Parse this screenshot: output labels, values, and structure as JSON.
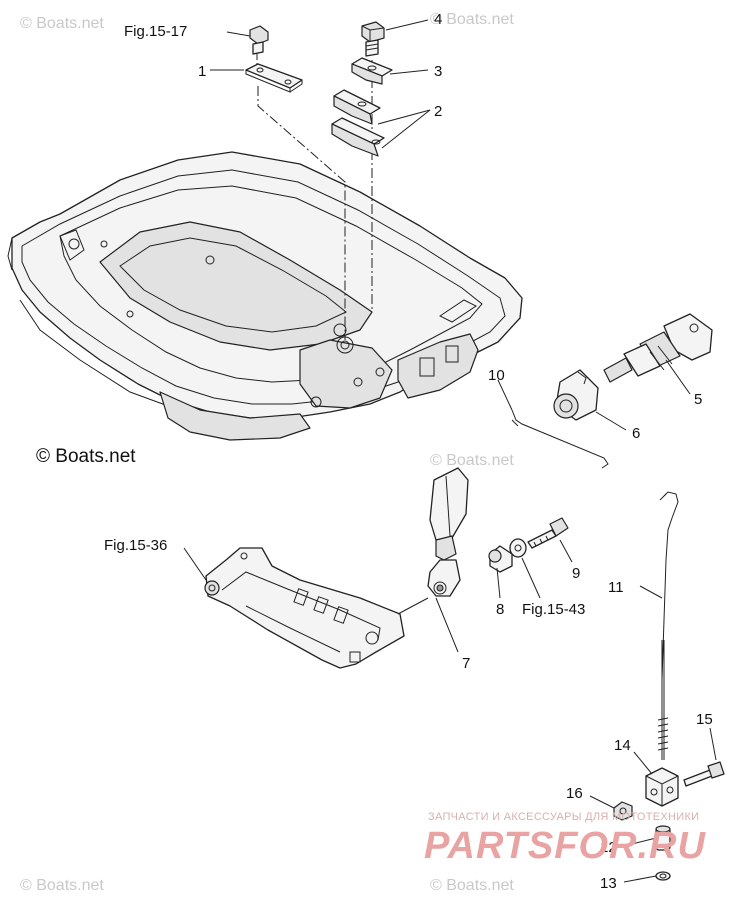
{
  "diagram": {
    "callouts": [
      "1",
      "2",
      "3",
      "4",
      "5",
      "6",
      "7",
      "8",
      "9",
      "10",
      "11",
      "12",
      "13",
      "14",
      "15",
      "16"
    ],
    "figure_refs": [
      "Fig.15-17",
      "Fig.15-36",
      "Fig.15-43"
    ]
  },
  "watermarks": {
    "main": "© Boats.net",
    "faint": "© Boats.net",
    "brand_tagline": "ЗАПЧАСТИ И АКСЕССУАРЫ ДЛЯ МОТОТЕХНИКИ",
    "brand_name": "PARTSFOR.RU"
  },
  "colors": {
    "line": "#222222",
    "background": "#ffffff",
    "watermark": "#c9c9c9",
    "brand": "#e9a3a3"
  }
}
